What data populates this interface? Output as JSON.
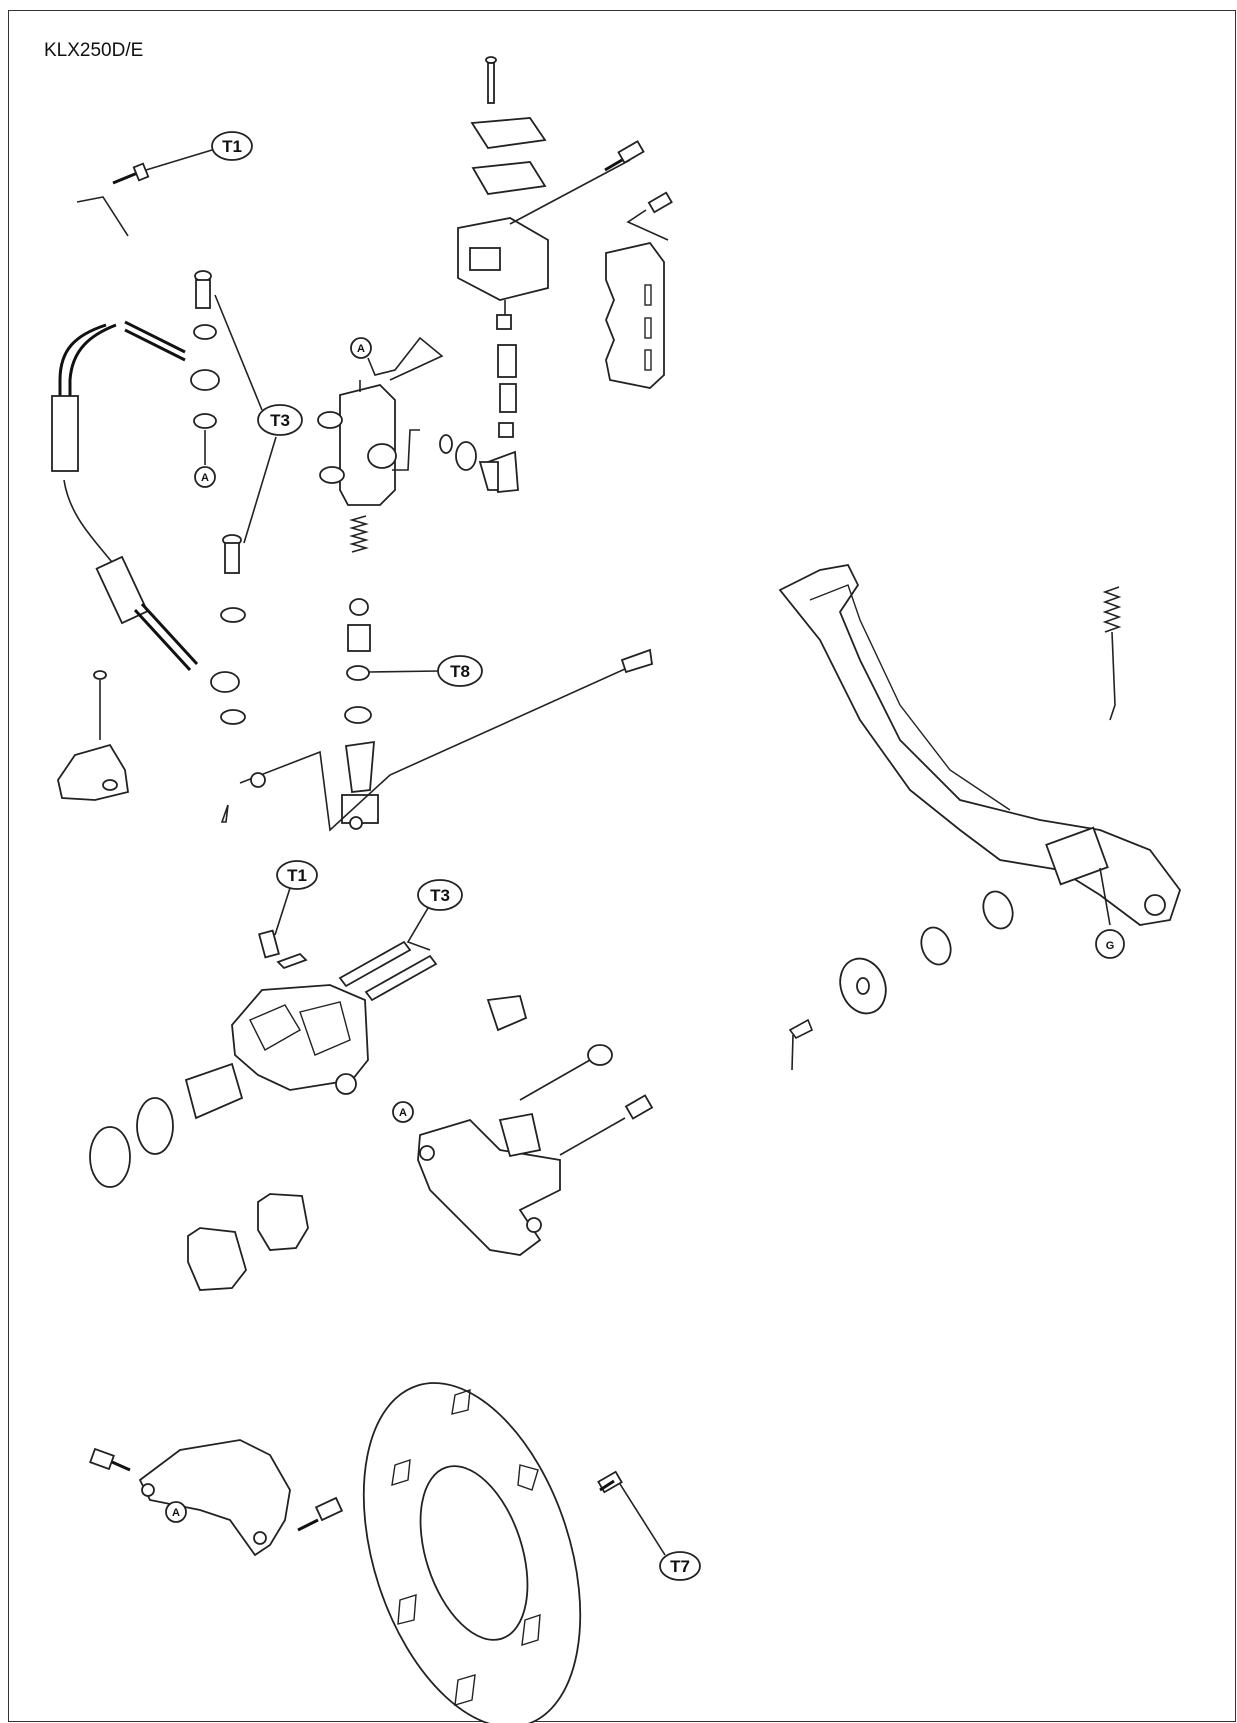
{
  "header": {
    "model": "KLX250D/E"
  },
  "labels": {
    "t1_top": "T1",
    "t3_hose": "T3",
    "a_hose": "A",
    "a_master": "A",
    "t8": "T8",
    "t1_caliper": "T1",
    "t3_caliper": "T3",
    "a_bracket": "A",
    "a_guard": "A",
    "t7": "T7",
    "g": "G"
  }
}
